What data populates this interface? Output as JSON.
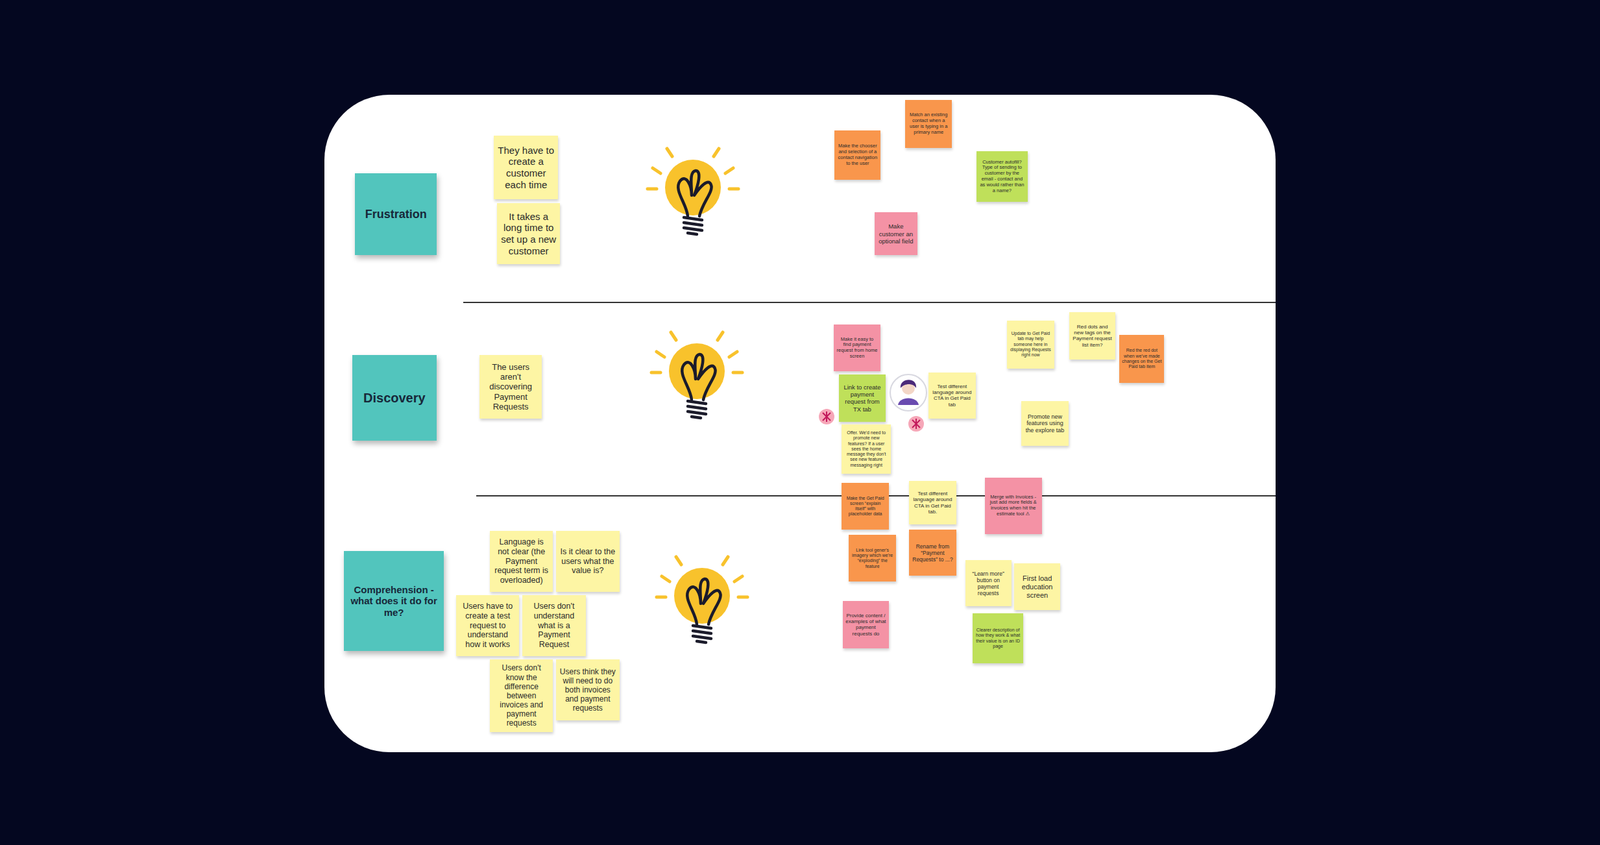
{
  "diagram": {
    "nodes": [
      {
        "text": [
          "Frustration"
        ]
      },
      {
        "text": [
          "They have to create a customer each time"
        ]
      },
      {
        "text": [
          "It takes a long time to set up a new customer"
        ]
      },
      {
        "text": [
          "Match an existing contact when a user is typing in a primary name"
        ]
      },
      {
        "text": [
          "Make the chooser and selection of a contact navigation to the user"
        ]
      },
      {
        "text": [
          "Customer autofill? Type of sending to customer by the email - contact and as would rather than a name?"
        ]
      },
      {
        "text": [
          "Make customer an optional field"
        ]
      },
      {
        "text": [
          "Discovery"
        ]
      },
      {
        "text": [
          "The users aren't discovering Payment Requests"
        ]
      },
      {
        "text": [
          "Make it easy to find payment request from home screen"
        ]
      },
      {
        "text": [
          "Link to create payment request from TX tab"
        ]
      },
      {
        "text": [
          "Offer. We'd need to promote new features? If a user sees the home message they don't see new feature messaging right"
        ]
      },
      {
        "text": [
          "Test different language around CTA in Get Paid tab"
        ]
      },
      {
        "text": [
          "Update to Get Paid tab may help someone here in displaying Requests right now"
        ]
      },
      {
        "text": [
          "Red dots and new tags on the Payment request list item?"
        ]
      },
      {
        "text": [
          "Red the red dot when we've made changes on the Get Paid tab item"
        ]
      },
      {
        "text": [
          "Promote new features using the explore tab"
        ]
      },
      {
        "text": [
          "Comprehension - what does it do for me?"
        ]
      },
      {
        "text": [
          "Language is not clear (the Payment request term is overloaded)"
        ]
      },
      {
        "text": [
          "Is it clear to the users what the value is?"
        ]
      },
      {
        "text": [
          "Users have to create a test request to understand how it works"
        ]
      },
      {
        "text": [
          "Users don't understand what is a Payment Request"
        ]
      },
      {
        "text": [
          "Users don't know the difference between invoices and payment requests"
        ]
      },
      {
        "text": [
          "Users think they will need to do both invoices and payment requests"
        ]
      },
      {
        "text": [
          "Make the Get Paid screen “explain itself” with placeholder data"
        ]
      },
      {
        "text": [
          "Test different language around CTA in Get Paid tab."
        ]
      },
      {
        "text": [
          "Merge with Invoices - just add more fields & invoices when hit the estimate tool ⚠"
        ]
      },
      {
        "text": [
          "Link tool gener's imagery which we're “exploding” the feature"
        ]
      },
      {
        "text": [
          "Rename from “Payment Requests” to ...?"
        ]
      },
      {
        "text": [
          "“Learn more” button on payment requests"
        ]
      },
      {
        "text": [
          "First load education screen"
        ]
      },
      {
        "text": [
          "Provide content / examples of what payment requests do"
        ]
      },
      {
        "text": [
          "Clearer description of how they work & what their value is on an ID page"
        ]
      }
    ]
  }
}
